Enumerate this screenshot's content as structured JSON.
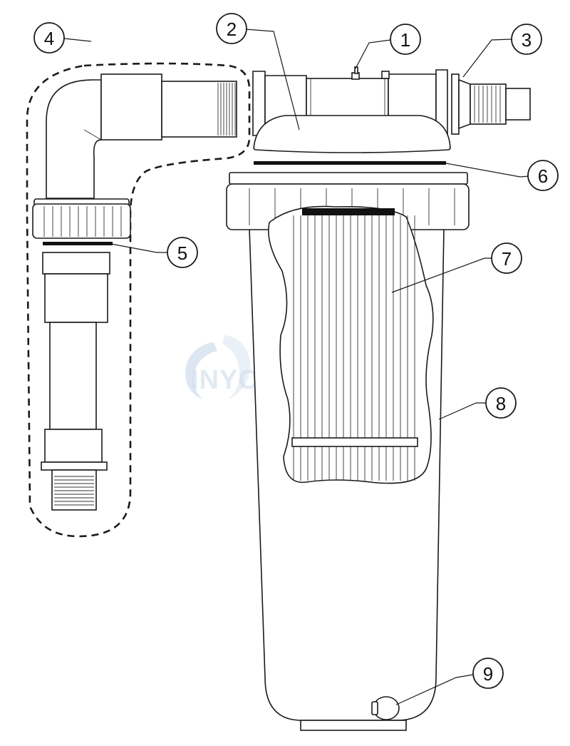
{
  "watermark": {
    "text": "INYOPOOLS.COM",
    "color": "#c9d8e8"
  },
  "callouts": [
    {
      "id": "1",
      "label": "1"
    },
    {
      "id": "2",
      "label": "2"
    },
    {
      "id": "3",
      "label": "3"
    },
    {
      "id": "4",
      "label": "4"
    },
    {
      "id": "5",
      "label": "5"
    },
    {
      "id": "6",
      "label": "6"
    },
    {
      "id": "7",
      "label": "7"
    },
    {
      "id": "8",
      "label": "8"
    },
    {
      "id": "9",
      "label": "9"
    }
  ],
  "colors": {
    "line": "#1a1a1a",
    "gasket": "#111111",
    "background": "#ffffff"
  }
}
